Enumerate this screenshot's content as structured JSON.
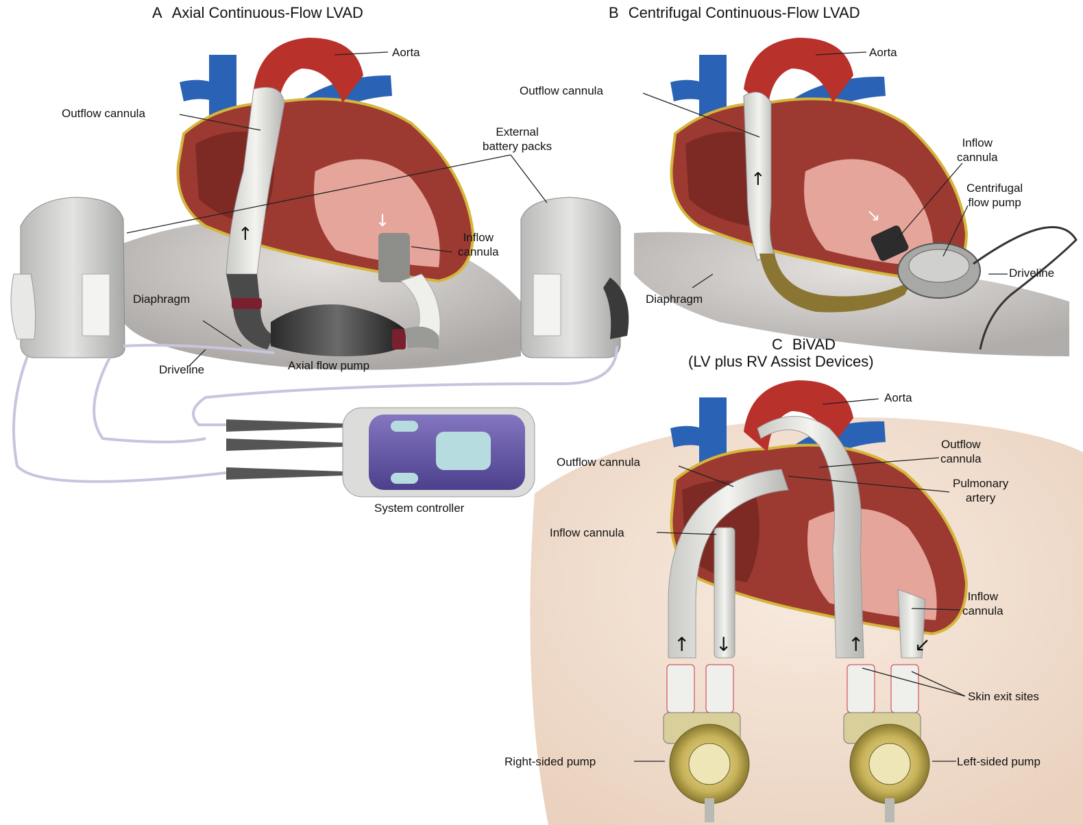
{
  "panels": {
    "a": {
      "letter": "A",
      "title": "Axial Continuous-Flow LVAD"
    },
    "b": {
      "letter": "B",
      "title": "Centrifugal Continuous-Flow LVAD"
    },
    "c": {
      "letter": "C",
      "title": "BiVAD",
      "subtitle": "(LV plus RV Assist Devices)"
    }
  },
  "labels_a": {
    "aorta": "Aorta",
    "outflow_cannula": "Outflow cannula",
    "external_battery_1": "External",
    "external_battery_2": "battery packs",
    "inflow_cannula_1": "Inflow",
    "inflow_cannula_2": "cannula",
    "diaphragm": "Diaphragm",
    "driveline": "Driveline",
    "axial_flow_pump": "Axial flow pump",
    "system_controller": "System controller"
  },
  "labels_b": {
    "aorta": "Aorta",
    "outflow_cannula": "Outflow cannula",
    "inflow_cannula_1": "Inflow",
    "inflow_cannula_2": "cannula",
    "centrifugal_pump_1": "Centrifugal",
    "centrifugal_pump_2": "flow pump",
    "driveline": "Driveline",
    "diaphragm": "Diaphragm"
  },
  "labels_c": {
    "aorta": "Aorta",
    "outflow_cannula_right_1": "Outflow",
    "outflow_cannula_right_2": "cannula",
    "outflow_cannula_left": "Outflow cannula",
    "pulmonary_artery_1": "Pulmonary",
    "pulmonary_artery_2": "artery",
    "inflow_cannula_left": "Inflow cannula",
    "inflow_cannula_right_1": "Inflow",
    "inflow_cannula_right_2": "cannula",
    "skin_exit_sites": "Skin exit sites",
    "right_sided_pump": "Right-sided pump",
    "left_sided_pump": "Left-sided pump"
  },
  "colors": {
    "aorta_red": "#b8312a",
    "vein_blue": "#2a63b5",
    "heart_muscle": "#9c3a32",
    "chamber_pink": "#e6a59a",
    "cannula_white": "#e9e9e6",
    "battery_gray": "#c9c9c7",
    "controller_purple": "#6a5aa8",
    "pump_gold": "#c8b35a",
    "skin_tone": "#f1ddcd"
  }
}
